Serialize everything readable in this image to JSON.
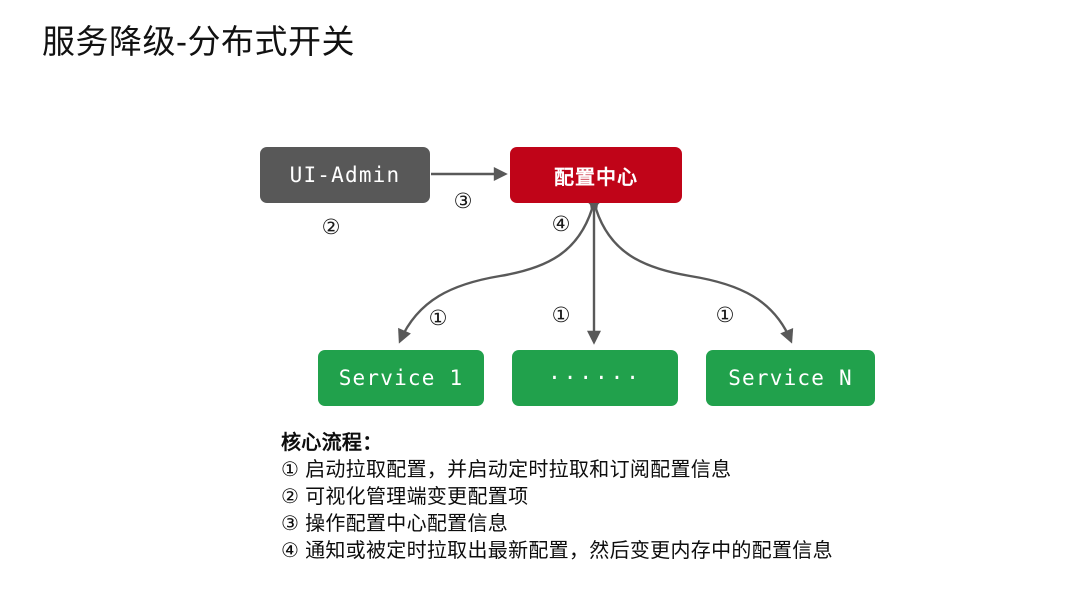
{
  "slide": {
    "title": "服务降级-分布式开关",
    "background_color": "#ffffff"
  },
  "colors": {
    "admin_box": "#585858",
    "config_center_box": "#C00418",
    "service_box": "#21A14C",
    "arrow": "#595959",
    "text_dark": "#0d0d0d",
    "text_on_box": "#ffffff"
  },
  "diagram": {
    "nodes": [
      {
        "id": "ui-admin",
        "label": "UI-Admin",
        "color": "#585858",
        "kind": "mono"
      },
      {
        "id": "config-center",
        "label": "配置中心",
        "color": "#C00418",
        "kind": "cjk"
      },
      {
        "id": "service-1",
        "label": "Service 1",
        "color": "#21A14C",
        "kind": "mono"
      },
      {
        "id": "service-middle",
        "label": "······",
        "color": "#21A14C",
        "kind": "dots"
      },
      {
        "id": "service-n",
        "label": "Service N",
        "color": "#21A14C",
        "kind": "mono"
      }
    ],
    "markers": {
      "step_one": "①",
      "step_two": "②",
      "step_three": "③",
      "step_four": "④"
    },
    "edges": [
      {
        "id": "admin-to-config",
        "from": "ui-admin",
        "to": "config-center",
        "marker": "③",
        "style": "straight-arrow"
      },
      {
        "id": "config-service-1",
        "from": "config-center",
        "to": "service-1",
        "marker": "①",
        "style": "curved-double"
      },
      {
        "id": "config-service-mid",
        "from": "config-center",
        "to": "service-middle",
        "marker": "①",
        "style": "straight-double"
      },
      {
        "id": "config-service-n",
        "from": "config-center",
        "to": "service-n",
        "marker": "①",
        "style": "curved-double"
      }
    ]
  },
  "caption": {
    "heading": "核心流程：",
    "lines": [
      "① 启动拉取配置，并启动定时拉取和订阅配置信息",
      "② 可视化管理端变更配置项",
      "③ 操作配置中心配置信息",
      "④ 通知或被定时拉取出最新配置，然后变更内存中的配置信息"
    ]
  }
}
